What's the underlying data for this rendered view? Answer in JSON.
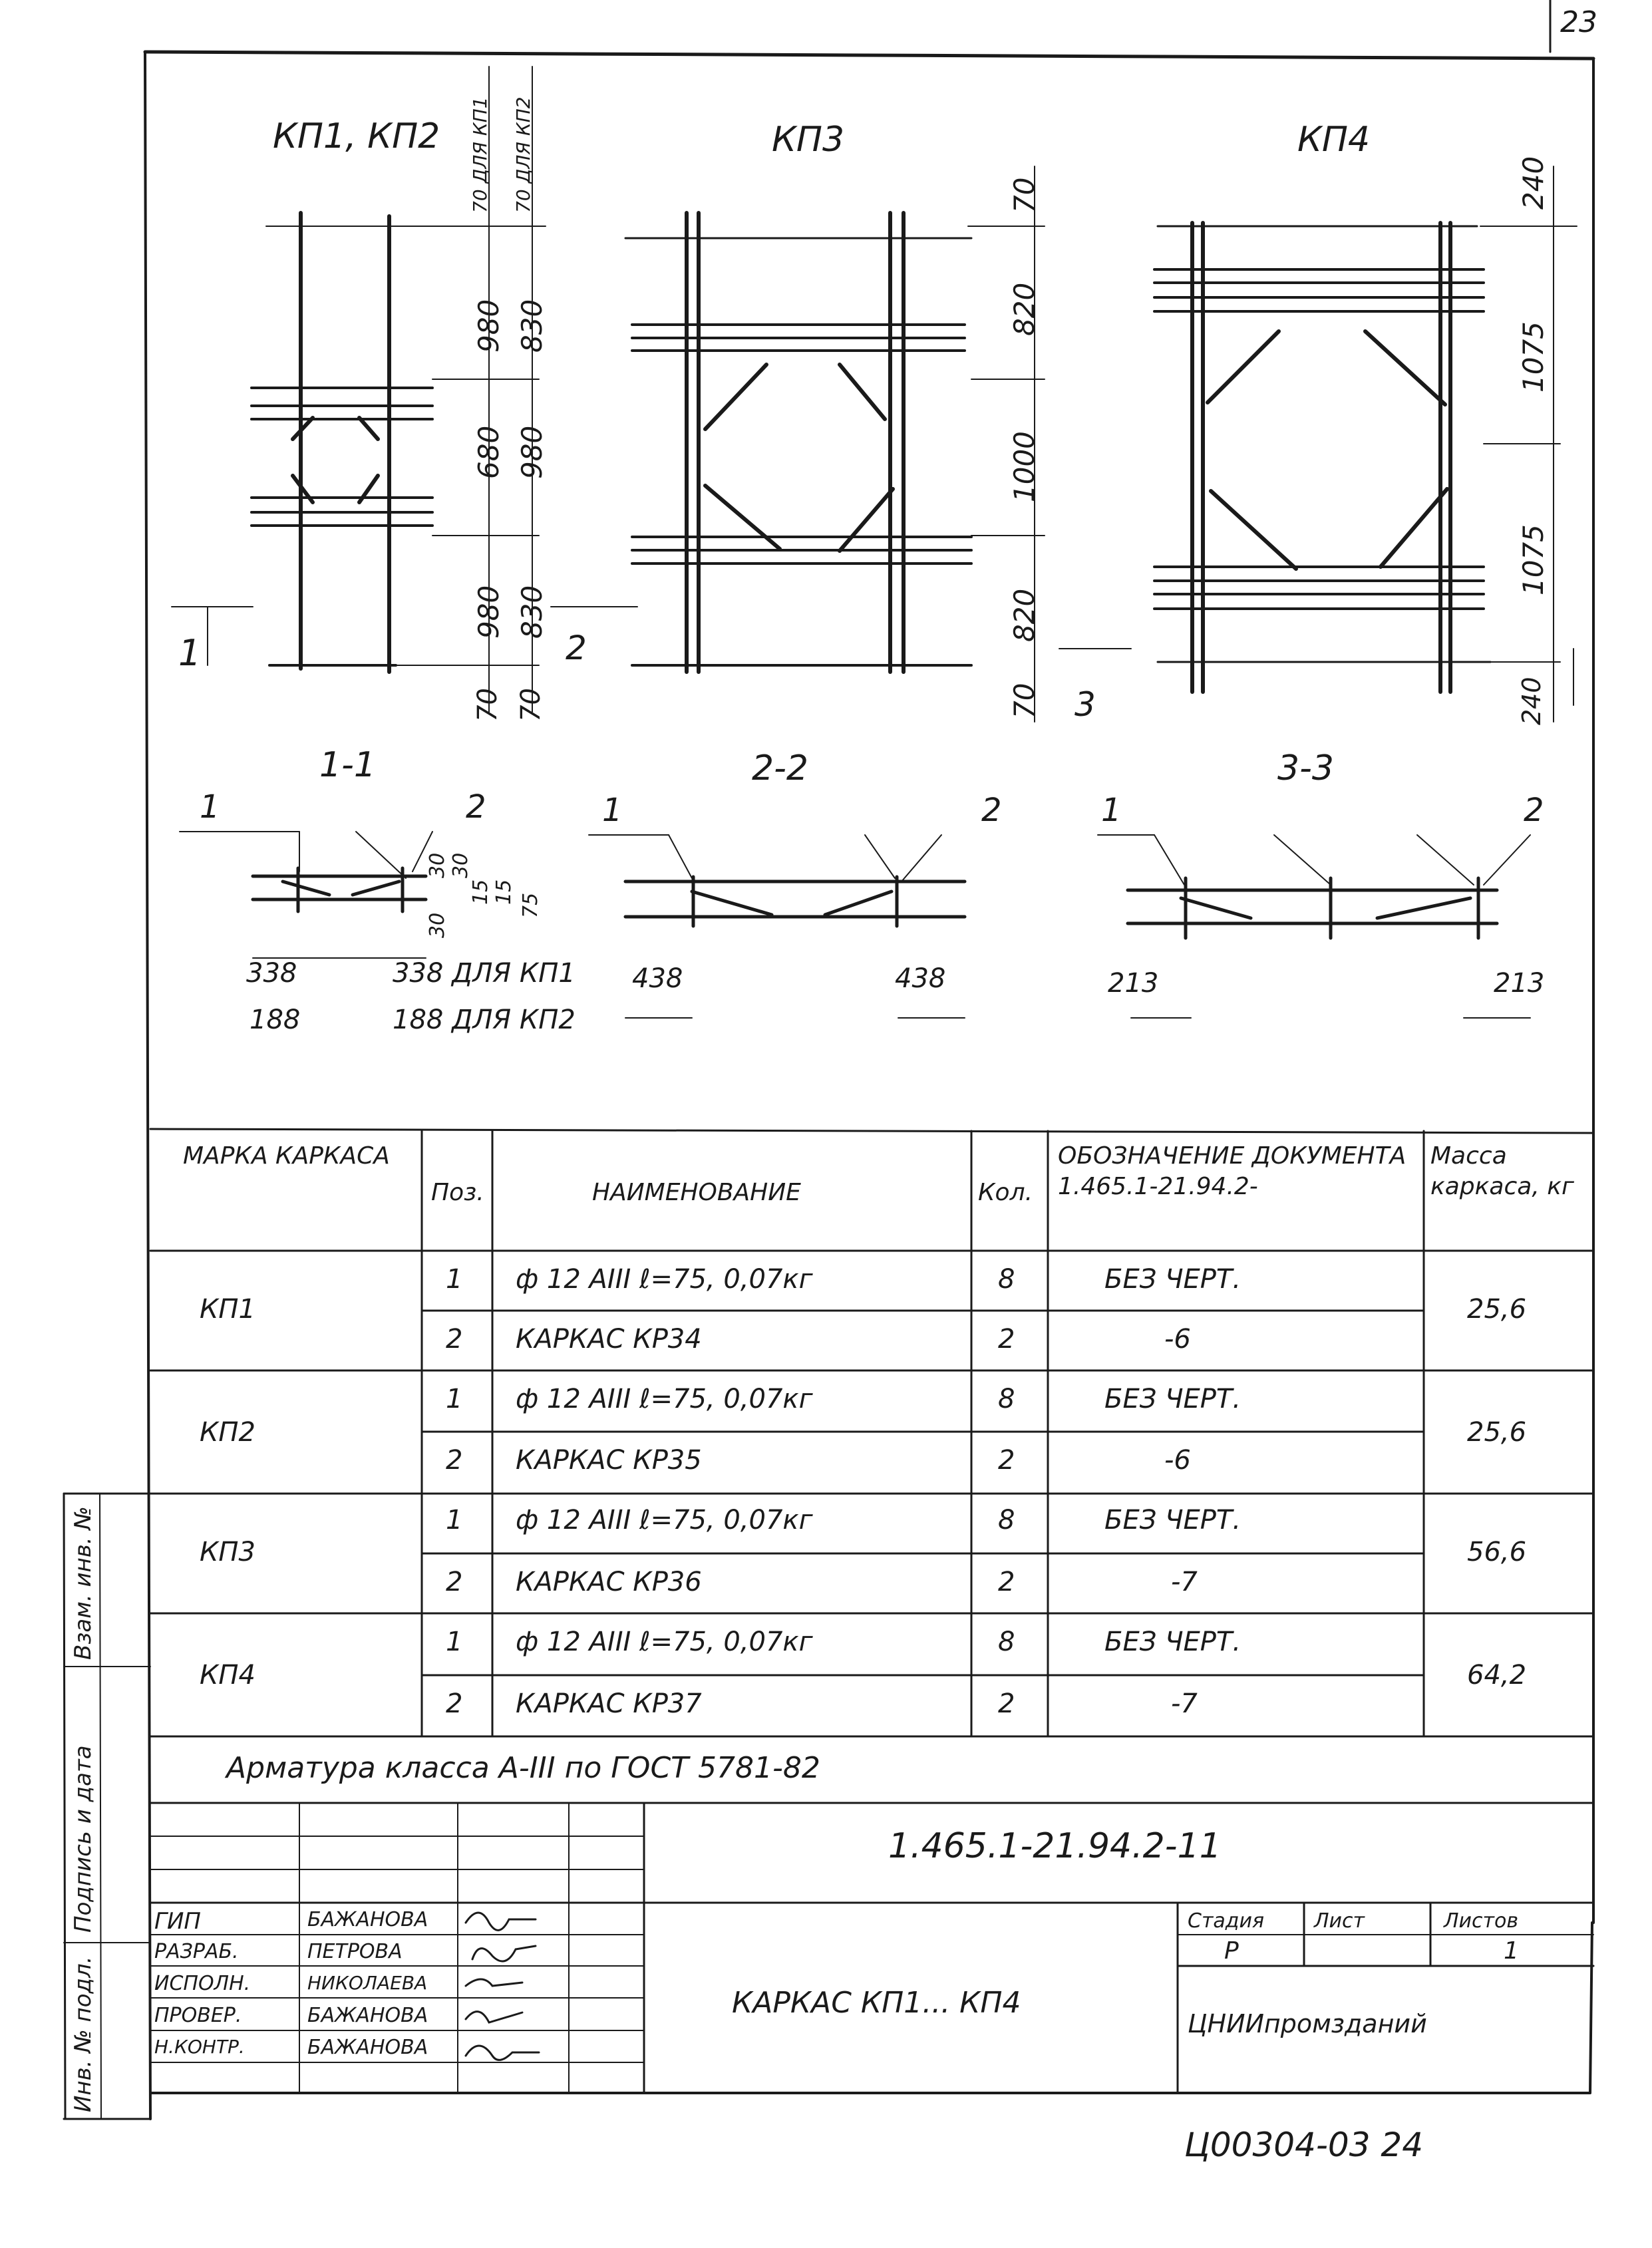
{
  "page_number": "23",
  "footer_code": "Ц00304-03  24",
  "views": {
    "kp12": {
      "title": "КП1, КП2",
      "dims_kp1": [
        "70 ДЛЯ КП1",
        "980",
        "680",
        "980",
        "70"
      ],
      "dims_kp2": [
        "70 ДЛЯ КП2",
        "830",
        "980",
        "830",
        "70"
      ],
      "cut_label": "1"
    },
    "kp3": {
      "title": "КП3",
      "dims": [
        "70",
        "820",
        "1000",
        "820",
        "70"
      ],
      "cut_label": "2"
    },
    "kp4": {
      "title": "КП4",
      "dims": [
        "240",
        "1075",
        "1075",
        "240"
      ],
      "cut_label": "3"
    }
  },
  "sections": [
    {
      "title": "1-1",
      "pos_left": "1",
      "pos_right": "2",
      "dims": [
        "30",
        "30",
        "15",
        "15",
        "75",
        "30"
      ],
      "notes": [
        "338",
        "338 ДЛЯ КП1",
        "188",
        "188 ДЛЯ КП2"
      ]
    },
    {
      "title": "2-2",
      "pos_left": "1",
      "pos_right": "2",
      "notes": [
        "438",
        "438"
      ]
    },
    {
      "title": "3-3",
      "pos_left": "1",
      "pos_right": "2",
      "notes": [
        "213",
        "213"
      ]
    }
  ],
  "spec_table": {
    "headers": {
      "mark": "МАРКА КАРКАСА",
      "pos": "Поз.",
      "name": "НАИМЕНОВАНИЕ",
      "qty": "Кол.",
      "doc": "ОБОЗНАЧЕНИЕ ДОКУМЕНТА 1.465.1-21.94.2-",
      "mass": "Масса каркаса, кг"
    },
    "groups": [
      {
        "mark": "КП1",
        "mass": "25,6",
        "rows": [
          {
            "pos": "1",
            "name": "ф 12 АIII  ℓ=75, 0,07кг",
            "qty": "8",
            "doc": "БЕЗ ЧЕРТ."
          },
          {
            "pos": "2",
            "name": "КАРКАС  КР34",
            "qty": "2",
            "doc": "-6"
          }
        ]
      },
      {
        "mark": "КП2",
        "mass": "25,6",
        "rows": [
          {
            "pos": "1",
            "name": "ф 12 АIII  ℓ=75, 0,07кг",
            "qty": "8",
            "doc": "БЕЗ ЧЕРТ."
          },
          {
            "pos": "2",
            "name": "КАРКАС  КР35",
            "qty": "2",
            "doc": "-6"
          }
        ]
      },
      {
        "mark": "КП3",
        "mass": "56,6",
        "rows": [
          {
            "pos": "1",
            "name": "ф 12 АIII  ℓ=75, 0,07кг",
            "qty": "8",
            "doc": "БЕЗ ЧЕРТ."
          },
          {
            "pos": "2",
            "name": "КАРКАС  КР36",
            "qty": "2",
            "doc": "-7"
          }
        ]
      },
      {
        "mark": "КП4",
        "mass": "64,2",
        "rows": [
          {
            "pos": "1",
            "name": "ф 12 АIII  ℓ=75, 0,07кг",
            "qty": "8",
            "doc": "БЕЗ ЧЕРТ."
          },
          {
            "pos": "2",
            "name": "КАРКАС  КР37",
            "qty": "2",
            "doc": "-7"
          }
        ]
      }
    ],
    "note": "Арматура класса  А-III  по ГОСТ 5781-82"
  },
  "title_block": {
    "doc_code": "1.465.1-21.94.2-11",
    "drawing_title": "КАРКАС  КП1... КП4",
    "stage_label": "Стадия",
    "sheet_label": "Лист",
    "sheets_label": "Листов",
    "stage": "Р",
    "sheet": "",
    "sheets": "1",
    "org": "ЦНИИпромзданий",
    "roles": [
      {
        "role": "ГИП",
        "name": "БАЖАНОВА"
      },
      {
        "role": "РАЗРАБ.",
        "name": "ПЕТРОВА"
      },
      {
        "role": "ИСПОЛН.",
        "name": "НИКОЛАЕВА"
      },
      {
        "role": "ПРОВЕР.",
        "name": "БАЖАНОВА"
      },
      {
        "role": "Н.КОНТР.",
        "name": "БАЖАНОВА"
      }
    ]
  },
  "side_stamp": {
    "inv_podl": "Инв. № подл.",
    "podpis": "Подпись и дата",
    "vzam": "Взам. инв. №"
  }
}
